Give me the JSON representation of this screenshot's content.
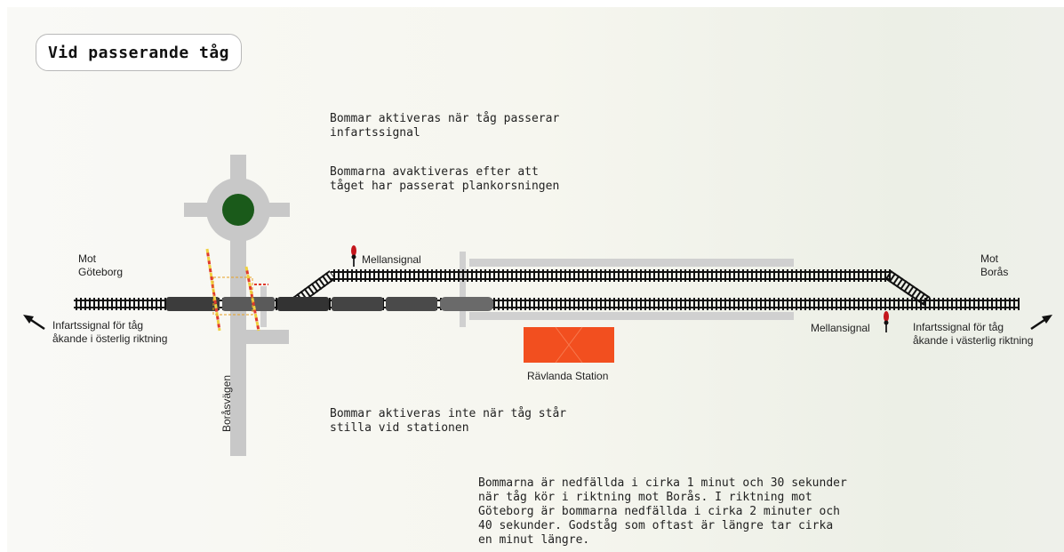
{
  "title": "Vid passerande tåg",
  "notes": {
    "activation": "Bommar aktiveras när tåg passerar\ninfartssignal",
    "deactivation": "Bommarna avaktiveras efter att\ntåget har passerat plankorsningen",
    "standing": "Bommar aktiveras inte när tåg står\nstilla vid stationen",
    "duration": "Bommarna är nedfällda i cirka 1 minut och 30 sekunder\nnär tåg kör i riktning mot Borås. I riktning mot\nGöteborg är bommarna nedfällda i cirka 2 minuter och\n40 sekunder. Godståg som oftast är längre tar cirka\nen minut längre."
  },
  "labels": {
    "west_destination": "Mot\nGöteborg",
    "east_destination": "Mot\nBorås",
    "west_entry_signal": "Infartssignal för tåg\nåkande i österlig riktning",
    "east_entry_signal": "Infartssignal för tåg\nåkande i västerlig riktning",
    "intermediate_signal_north": "Mellansignal",
    "intermediate_signal_south": "Mellansignal",
    "station": "Rävlanda Station",
    "road": "Boråsvägen"
  },
  "colors": {
    "road": "#c8c8c8",
    "roundabout_center": "#1a5a1a",
    "station": "#f24f1f",
    "signal": "#c4161c",
    "train": "#3c3c3c",
    "barrier_red": "#e03a2c",
    "barrier_yellow": "#f0d040"
  }
}
